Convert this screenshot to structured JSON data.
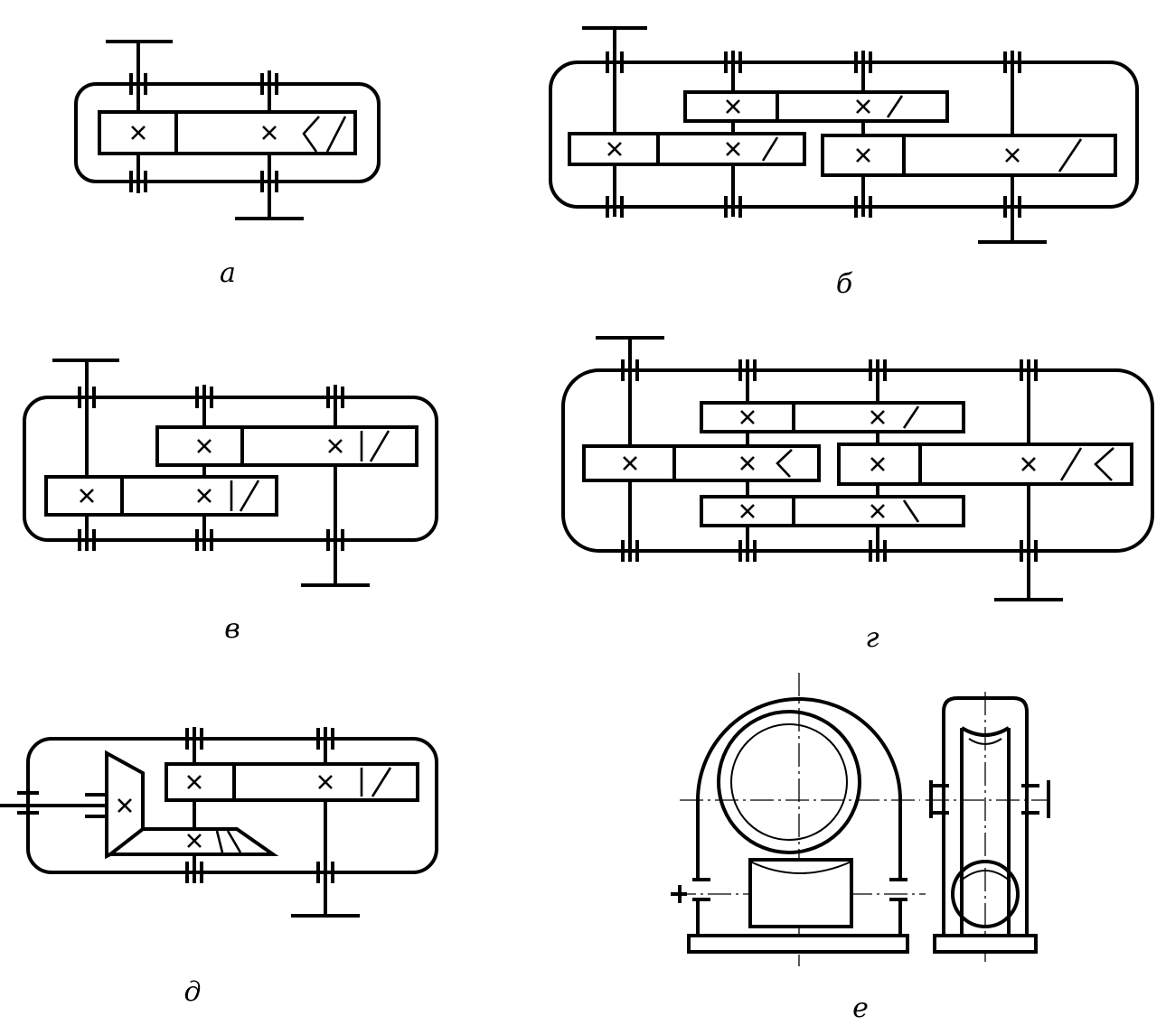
{
  "captions": {
    "a": "а",
    "b": "б",
    "v": "в",
    "g": "г",
    "d": "д",
    "e": "е"
  },
  "style": {
    "line_color": "#000000",
    "background": "#ffffff"
  }
}
